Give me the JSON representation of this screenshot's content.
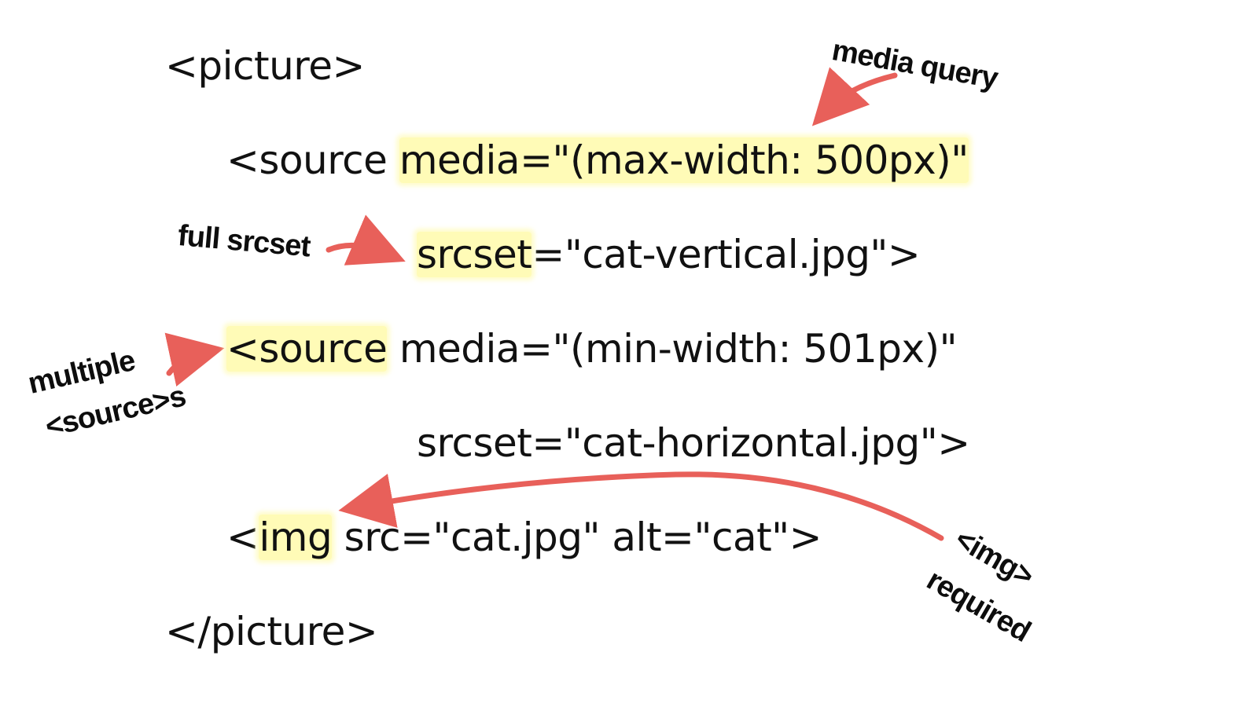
{
  "code": {
    "picture_open": "<picture>",
    "source1_prefix": "<source ",
    "source1_media": "media=\"(max-width: 500px)\"",
    "source1_srcset_attr": "srcset",
    "source1_srcset_rest": "=\"cat-vertical.jpg\">",
    "source2_tag": "<source",
    "source2_rest": " media=\"(min-width: 501px)\"",
    "source2_srcset": "srcset=\"cat-horizontal.jpg\">",
    "img_lt": "<",
    "img_tag": "img",
    "img_rest": " src=\"cat.jpg\" alt=\"cat\">",
    "picture_close": "</picture>"
  },
  "annotations": {
    "media_query": "media query",
    "full_srcset": "full srcset",
    "multiple_sources_line1": "multiple",
    "multiple_sources_line2": "<source>s",
    "img_required_line1": "<img>",
    "img_required_line2": "required"
  },
  "colors": {
    "highlight": "#fffaaa",
    "arrow": "#e8605a",
    "text": "#111111"
  }
}
